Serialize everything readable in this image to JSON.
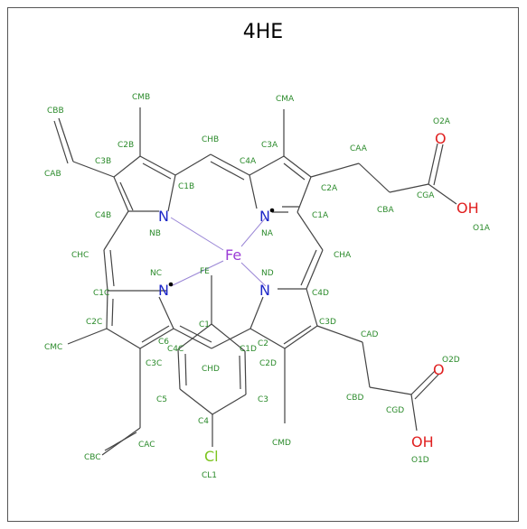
{
  "title": "4HE",
  "colors": {
    "carbon_label": "#2a8a2a",
    "nitrogen": "#1e28c8",
    "oxygen": "#e02020",
    "iron": "#9b3dd6",
    "chlorine": "#7cc41e",
    "bond": "#444444"
  },
  "elements": {
    "fe": "Fe",
    "n1": "N",
    "n2": "N",
    "n3": "N",
    "n4": "N",
    "o1": "O",
    "oh1": "OH",
    "o2": "O",
    "oh2": "OH",
    "cl": "Cl"
  },
  "labels": {
    "cbb": "CBB",
    "cmb": "CMB",
    "chb": "CHB",
    "cma": "CMA",
    "o2a": "O2A",
    "c2b": "C2B",
    "c3a": "C3A",
    "caa": "CAA",
    "c3b": "C3B",
    "c4a": "C4A",
    "cab": "CAB",
    "c1b": "C1B",
    "c2a": "C2A",
    "cga": "CGA",
    "cba": "CBA",
    "c4b": "C4B",
    "c1a": "C1A",
    "o1a": "O1A",
    "nb": "NB",
    "na": "NA",
    "chc": "CHC",
    "cha": "CHA",
    "nc": "NC",
    "fe_lbl": "FE",
    "nd": "ND",
    "c1c": "C1C",
    "c4d": "C4D",
    "c1": "C1",
    "c2c": "C2C",
    "c6": "C6",
    "c4c": "C4C",
    "c1d": "C1D",
    "c2": "C2",
    "c3d": "C3D",
    "cad": "CAD",
    "cmc": "CMC",
    "c3c": "C3C",
    "c2d": "C2D",
    "o2d": "O2D",
    "chd": "CHD",
    "c5": "C5",
    "c3": "C3",
    "cbd": "CBD",
    "cgd": "CGD",
    "c4": "C4",
    "cac": "CAC",
    "cmd": "CMD",
    "cbc": "CBC",
    "cl1": "CL1",
    "o1d": "O1D"
  }
}
